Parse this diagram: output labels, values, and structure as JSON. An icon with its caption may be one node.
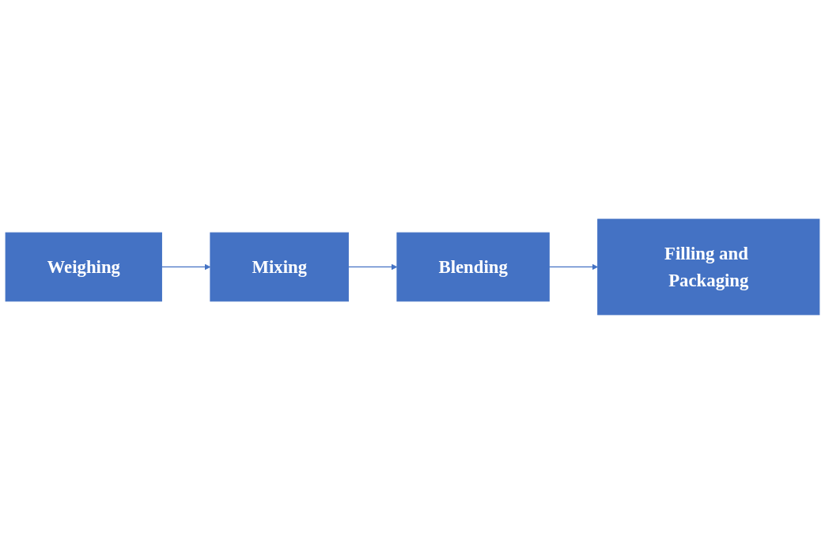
{
  "diagram": {
    "nodes": [
      {
        "text": [
          "Weighing"
        ]
      },
      {
        "text": [
          "Mixing"
        ]
      },
      {
        "text": [
          "Blending"
        ]
      },
      {
        "text": [
          "Filling and Packaging"
        ]
      }
    ],
    "edges": [
      {
        "from": 0,
        "to": 1,
        "arrow": "to"
      },
      {
        "from": 1,
        "to": 2,
        "arrow": "to"
      },
      {
        "from": 2,
        "to": 3,
        "arrow": "to"
      }
    ]
  }
}
